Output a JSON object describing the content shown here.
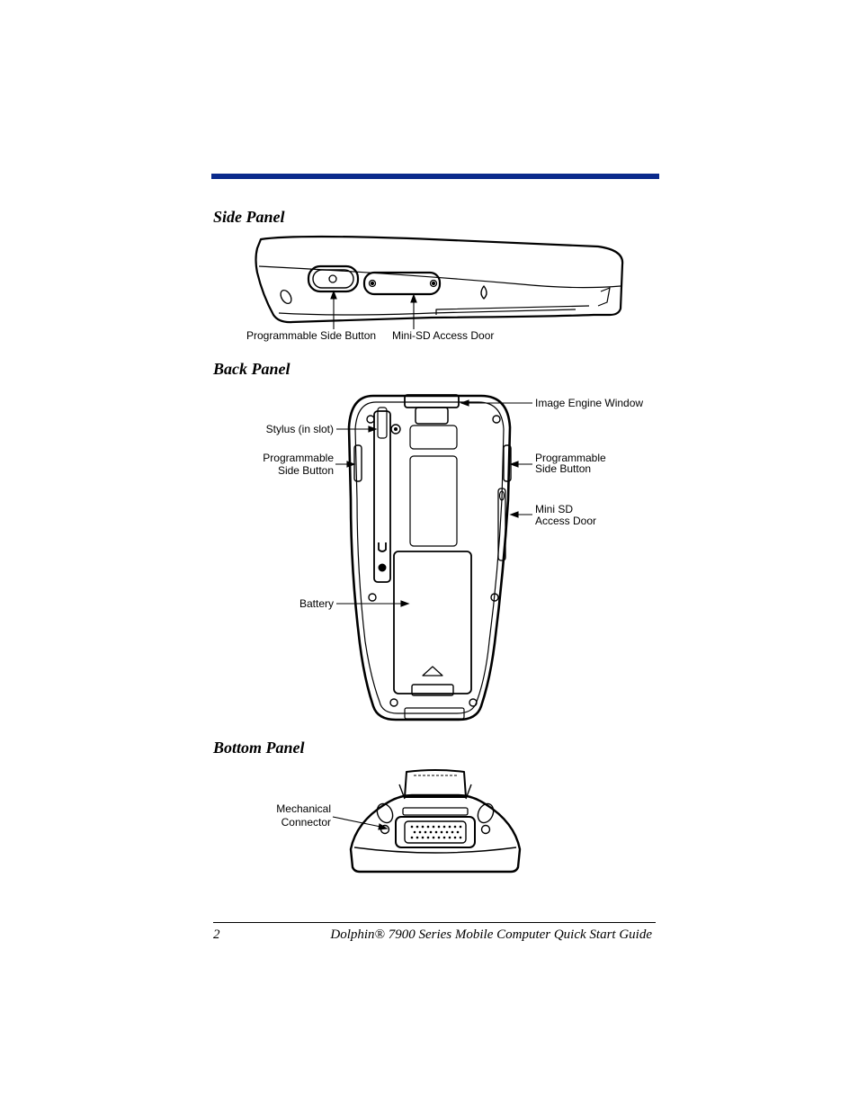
{
  "sections": {
    "side_panel": {
      "title": "Side Panel",
      "labels": {
        "programmable_side_button": "Programmable Side Button",
        "mini_sd_access_door": "Mini-SD Access Door"
      }
    },
    "back_panel": {
      "title": "Back Panel",
      "labels": {
        "image_engine_window": "Image Engine Window",
        "stylus": "Stylus (in slot)",
        "left_side_button_line1": "Programmable",
        "left_side_button_line2": "Side Button",
        "right_side_button_line1": "Programmable",
        "right_side_button_line2": "Side Button",
        "mini_sd_line1": "Mini SD",
        "mini_sd_line2": "Access Door",
        "battery": "Battery"
      }
    },
    "bottom_panel": {
      "title": "Bottom Panel",
      "labels": {
        "mechanical_line1": "Mechanical",
        "mechanical_line2": "Connector"
      }
    }
  },
  "footer": {
    "page_number": "2",
    "guide_title": "Dolphin® 7900 Series Mobile Computer Quick Start Guide"
  },
  "colors": {
    "accent_rule": "#0a2a8c"
  }
}
